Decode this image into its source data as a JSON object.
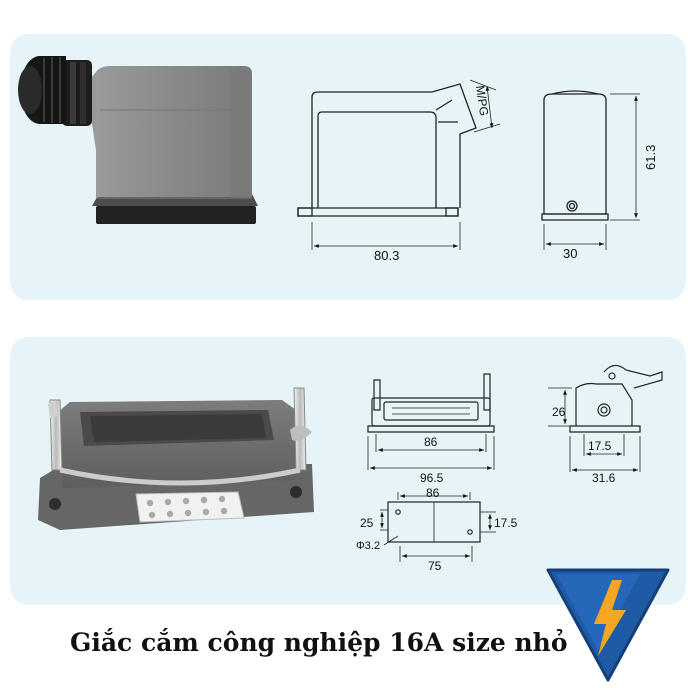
{
  "caption": "Giắc cắm công nghiệp 16A size nhỏ",
  "top_panel": {
    "side_view": {
      "width_label": "80.3",
      "gland_label": "M/PG"
    },
    "end_view": {
      "width_label": "30",
      "height_label": "61.3"
    }
  },
  "bottom_panel": {
    "front_view": {
      "inner_width_label": "86",
      "outer_width_label": "96.5"
    },
    "side_view": {
      "height_label": "26",
      "inner_width_label": "17.5",
      "outer_width_label": "31.6"
    },
    "mount_view": {
      "top_width_label": "86",
      "left_height_label": "25",
      "right_height_label": "17.5",
      "hole_label": "Φ3.2",
      "bottom_width_label": "75"
    }
  },
  "colors": {
    "panel_bg": "#e6f4f7",
    "housing_grey": "#8f8f8f",
    "logo_blue": "#1f5aa6",
    "logo_orange": "#f5a623"
  },
  "logo": {
    "icon": "lightning-bolt-icon"
  }
}
